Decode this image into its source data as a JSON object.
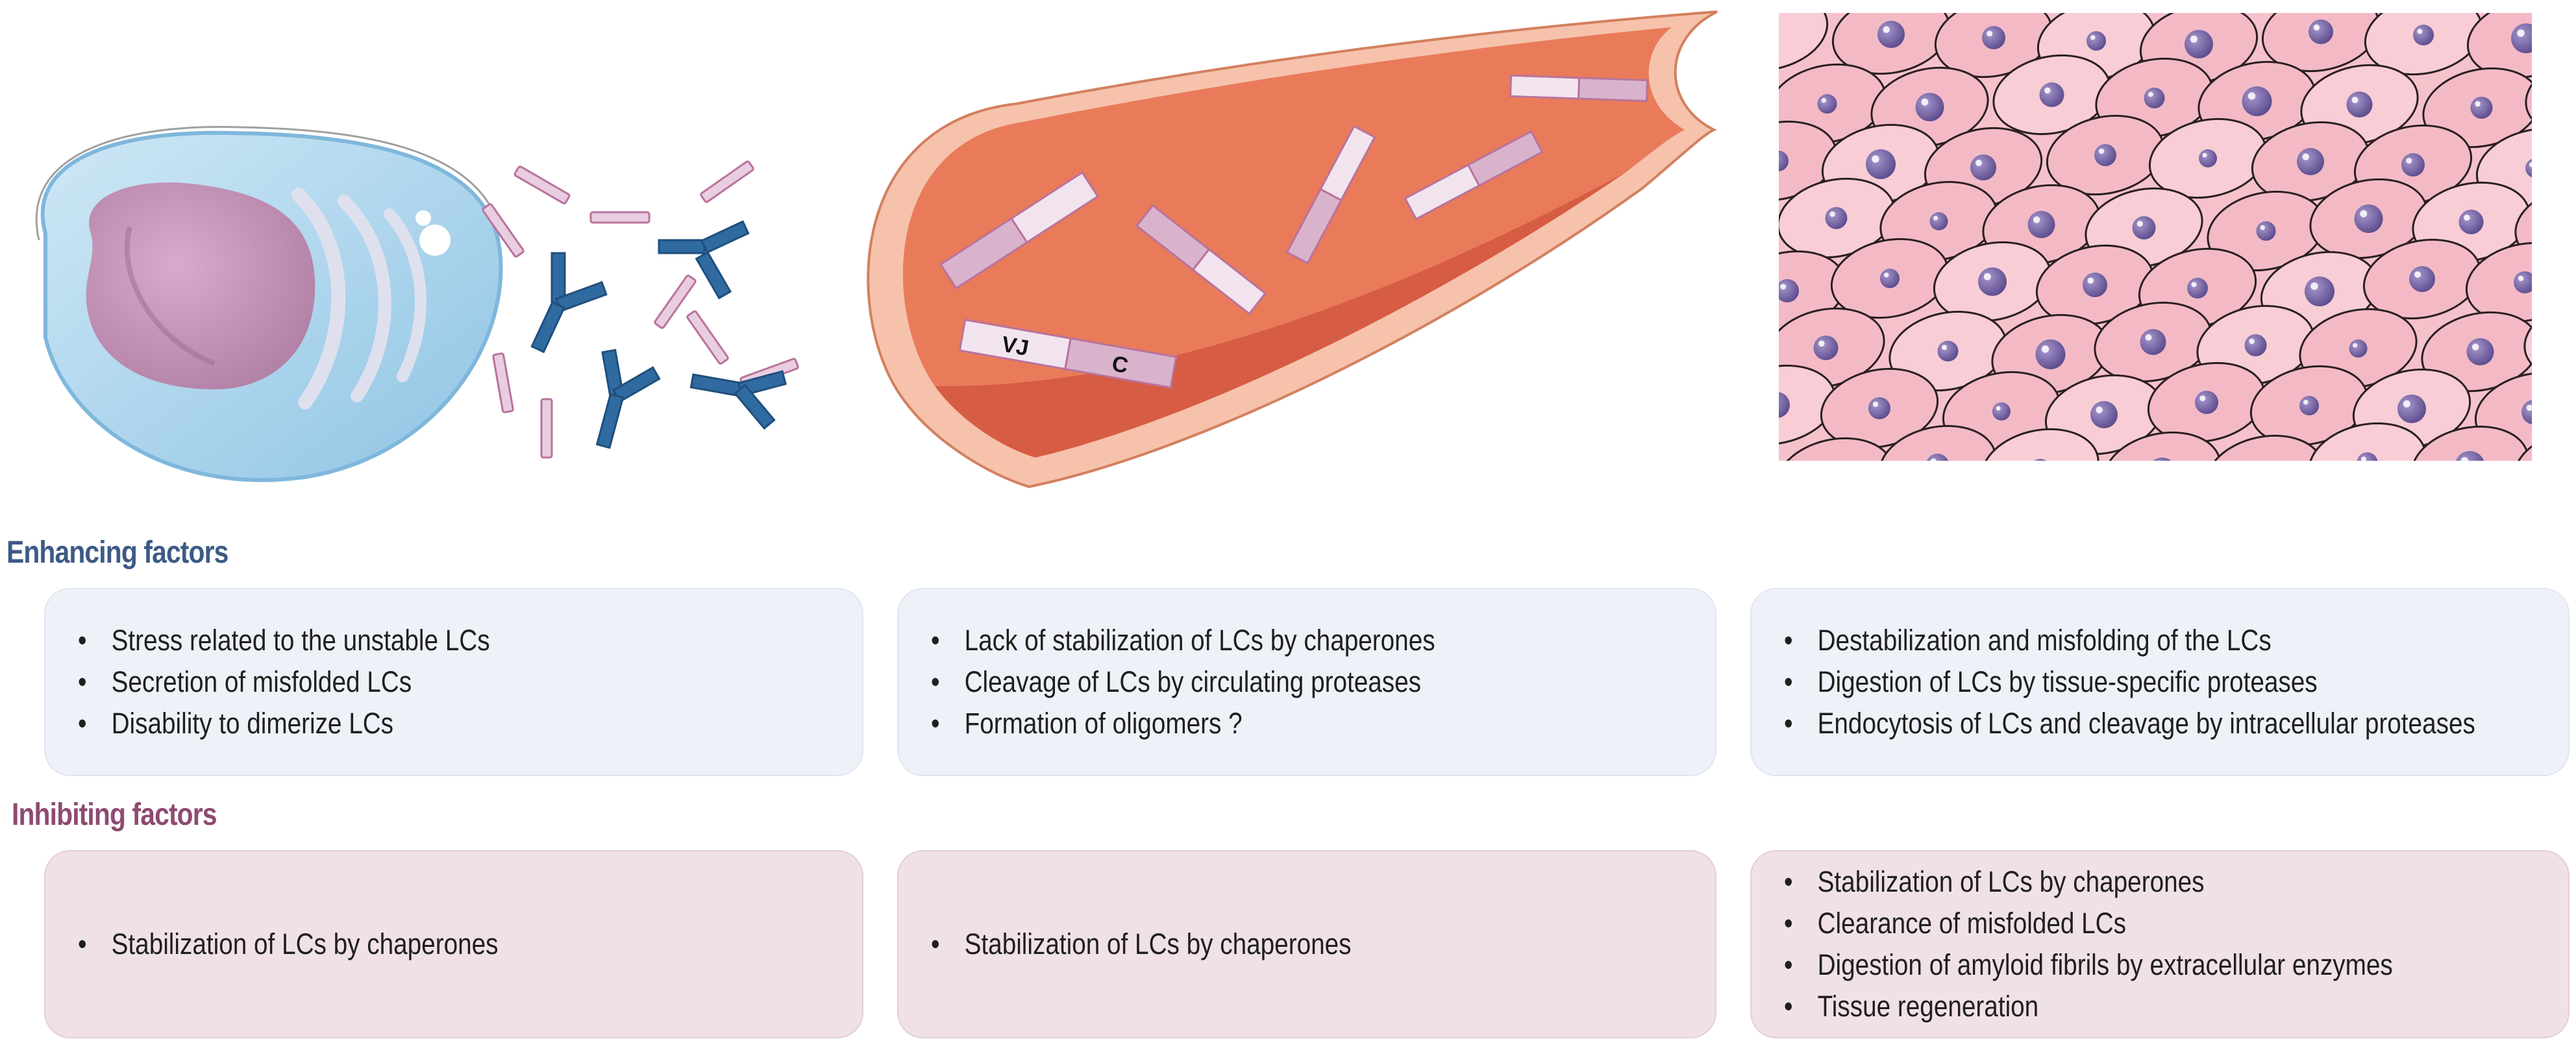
{
  "illustrations": {
    "lc_label_vj": "VJ",
    "lc_label_c": "C"
  },
  "sections": {
    "enhancing": {
      "title": "Enhancing factors",
      "columns": [
        [
          "Stress related to the unstable LCs",
          "Secretion of misfolded LCs",
          "Disability to dimerize LCs"
        ],
        [
          "Lack of stabilization of LCs by chaperones",
          "Cleavage of LCs by circulating proteases",
          "Formation of oligomers ?"
        ],
        [
          "Destabilization and misfolding of the LCs",
          "Digestion of LCs by tissue-specific proteases",
          "Endocytosis of LCs and cleavage by intracellular proteases"
        ]
      ]
    },
    "inhibiting": {
      "title": "Inhibiting factors",
      "columns": [
        [
          "Stabilization of LCs by chaperones"
        ],
        [
          "Stabilization of LCs by chaperones"
        ],
        [
          "Stabilization of LCs by chaperones",
          "Clearance of misfolded LCs",
          "Digestion of amyloid fibrils by extracellular enzymes",
          "Tissue regeneration"
        ]
      ]
    }
  },
  "colors": {
    "enhancing_heading": "#3c5a85",
    "inhibiting_heading": "#8e4a70",
    "enhancing_box": "#eef1f8",
    "inhibiting_box": "#f0e1e8",
    "cell_body": "#a9d4ec",
    "nucleus": "#c998b8",
    "vessel_lumen": "#e97b5a",
    "vessel_wall": "#f6c2ab",
    "light_chain": "#e9cde0",
    "antibody_heavy": "#2f6aa0",
    "tissue_cell": "#f5c2cc",
    "tissue_nucleus": "#7a67a6"
  }
}
